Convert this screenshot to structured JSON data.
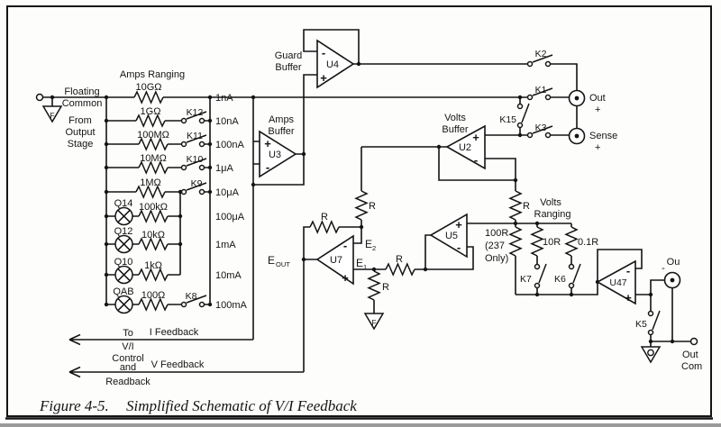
{
  "figure": {
    "label": "Figure 4-5.",
    "title": "Simplified Schematic of V/I Feedback"
  },
  "left": {
    "floating": "Floating",
    "common": "Common",
    "from": "From",
    "output": "Output",
    "stage": "Stage"
  },
  "ranging_amps": {
    "header": "Amps Ranging",
    "rows": [
      {
        "res": "10GΩ",
        "range": "1nA"
      },
      {
        "res": "1GΩ",
        "sw": "K12",
        "range": "10nA"
      },
      {
        "res": "100MΩ",
        "sw": "K11",
        "range": "100nA"
      },
      {
        "res": "10MΩ",
        "sw": "K10",
        "range": "1μA"
      },
      {
        "res": "1MΩ",
        "sw": "K9",
        "range": "10μA"
      },
      {
        "q": "Q14",
        "res": "100kΩ",
        "range": "100μA"
      },
      {
        "q": "Q12",
        "res": "10kΩ",
        "range": "1mA"
      },
      {
        "q": "Q10",
        "res": "1kΩ",
        "range": "10mA"
      },
      {
        "q": "QAB",
        "res": "100Ω",
        "sw": "K8",
        "range": "100mA"
      }
    ]
  },
  "buffers": {
    "guard1": "Guard",
    "guard2": "Buffer",
    "amps1": "Amps",
    "amps2": "Buffer",
    "volts1": "Volts",
    "volts2": "Buffer"
  },
  "opamps": {
    "u4": "U4",
    "u3": "U3",
    "u2": "U2",
    "u5": "U5",
    "u7": "U7",
    "u47": "U47",
    "plus": "+",
    "minus": "-"
  },
  "switches": {
    "k2": "K2",
    "k1": "K1",
    "k15": "K15",
    "k3": "K3",
    "k7": "K7",
    "k6": "K6",
    "k5": "K5"
  },
  "terminals": {
    "out": "Out",
    "out_sign": "+",
    "sense": "Sense",
    "sense_sign": "+",
    "ou": "Ou",
    "ou_sign": "-",
    "outcom1": "Out",
    "outcom2": "Com"
  },
  "ranging_volts": {
    "header1": "Volts",
    "header2": "Ranging",
    "r100": "100R",
    "r100n1": "(237",
    "r100n2": "Only)",
    "r10": "10R",
    "r01": "0.1R"
  },
  "r": "R",
  "nodes": {
    "e": "E",
    "eout_sub": "OUT",
    "e1_sub": "1",
    "e2_sub": "2"
  },
  "feedback": {
    "i": "I Feedback",
    "v": "V Feedback",
    "to": "To",
    "vi": "V/I",
    "control": "Control",
    "and": "and",
    "readback": "Readback"
  },
  "ground": {
    "f": "F"
  }
}
